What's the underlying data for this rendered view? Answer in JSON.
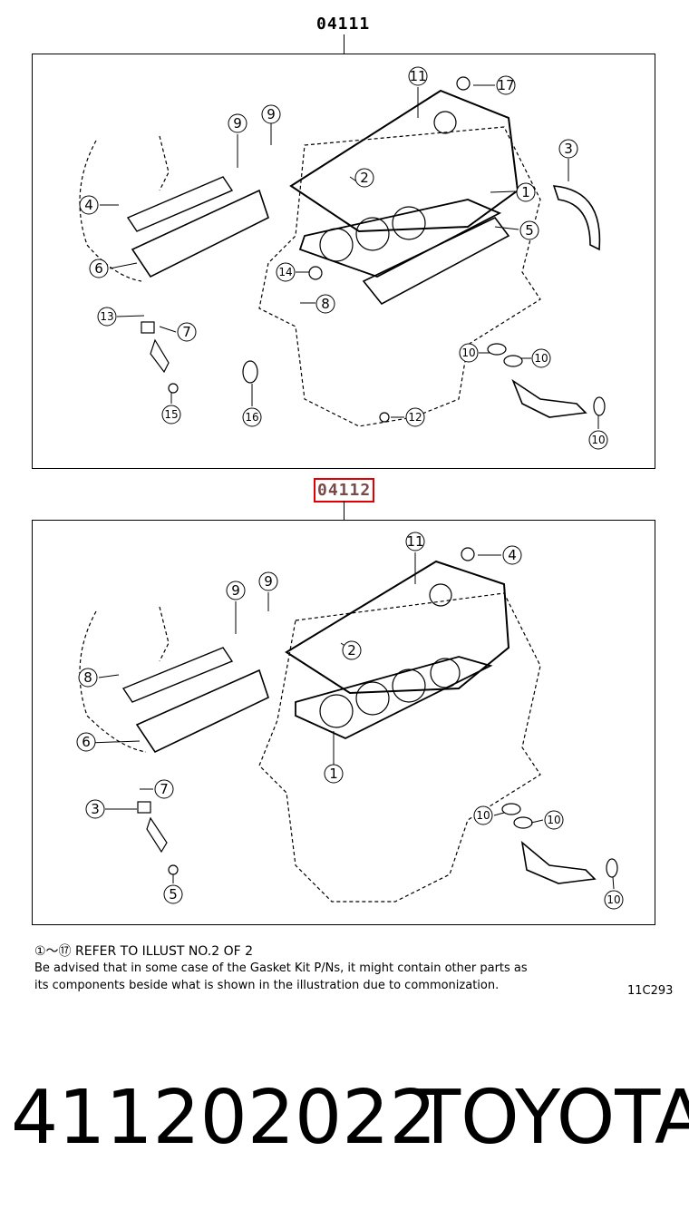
{
  "diagrams": [
    {
      "code": "04111",
      "callouts": [
        "11",
        "17",
        "9",
        "9",
        "2",
        "1",
        "3",
        "4",
        "5",
        "6",
        "14",
        "8",
        "13",
        "7",
        "10",
        "10",
        "15",
        "16",
        "12",
        "10"
      ]
    },
    {
      "code": "04112",
      "callouts": [
        "11",
        "4",
        "9",
        "9",
        "2",
        "8",
        "6",
        "1",
        "7",
        "3",
        "10",
        "10",
        "5",
        "10"
      ]
    }
  ],
  "notes": {
    "refer": "①～⑰ REFER TO ILLUST NO.2 OF 2",
    "line1": "Be advised that in some case of the Gasket Kit P/Ns,  it might contain other parts as",
    "line2": "its components beside what is shown in the illustration due to commonization.",
    "illust_id": "11C293"
  },
  "footer": {
    "part_number": "411202022",
    "brand": "TOYOTA"
  },
  "colors": {
    "highlight": "#e00000",
    "line": "#000000"
  }
}
